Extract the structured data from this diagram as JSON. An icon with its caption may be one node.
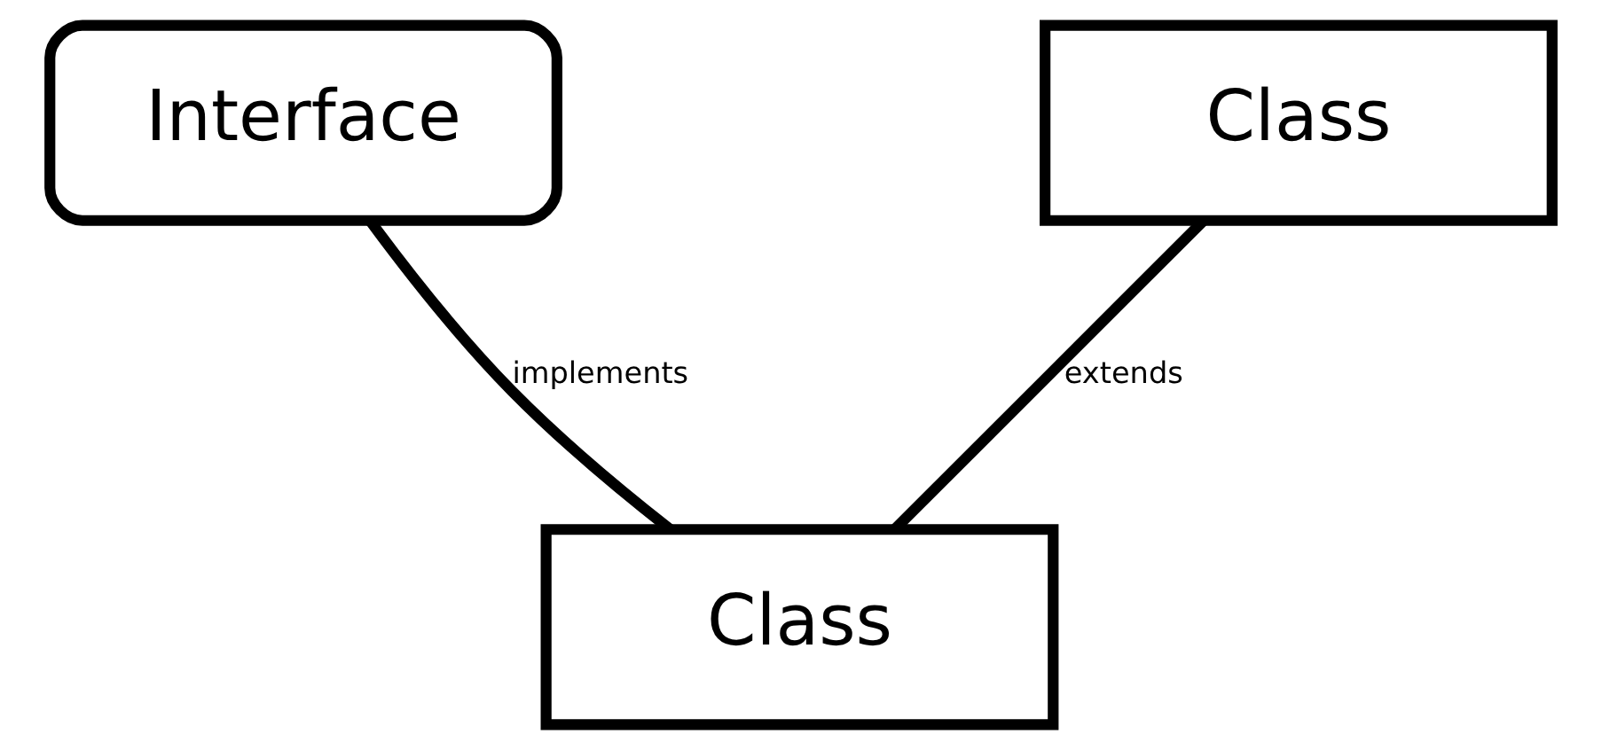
{
  "diagram": {
    "nodes": [
      {
        "text": [
          "Interface"
        ]
      },
      {
        "text": [
          "Class"
        ]
      },
      {
        "text": [
          "Class"
        ]
      }
    ],
    "edges": [
      {
        "from": 2,
        "to": 0,
        "arrow": "none",
        "label": "implements"
      },
      {
        "from": 2,
        "to": 1,
        "arrow": "none",
        "label": "extends"
      }
    ]
  }
}
